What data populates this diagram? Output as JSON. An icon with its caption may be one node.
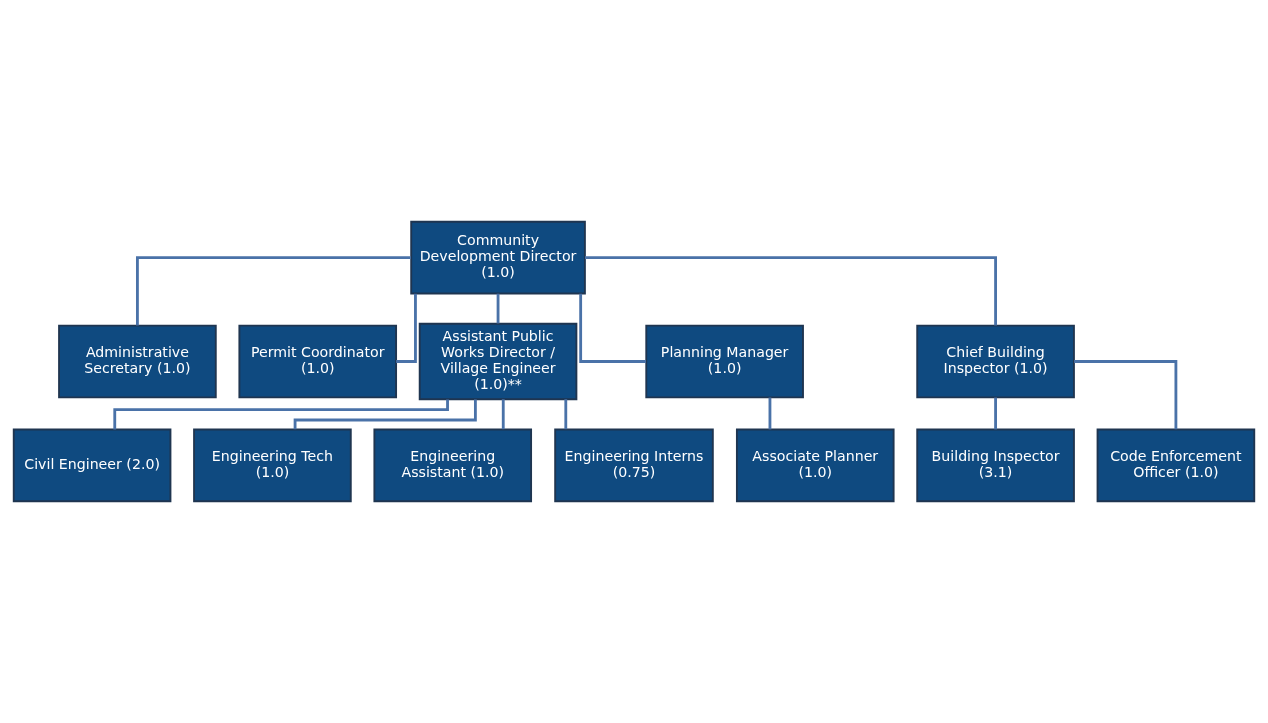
{
  "diagram": {
    "nodes": [
      {
        "text": [
          "Community Development Director (1.0)"
        ]
      },
      {
        "text": [
          "Administrative Secretary (1.0)"
        ]
      },
      {
        "text": [
          "Permit Coordinator (1.0)"
        ]
      },
      {
        "text": [
          "Assistant Public Works Director / Village Engineer (1.0)**"
        ]
      },
      {
        "text": [
          "Planning Manager (1.0)"
        ]
      },
      {
        "text": [
          "Chief Building Inspector (1.0)"
        ]
      },
      {
        "text": [
          "Civil Engineer (2.0)"
        ]
      },
      {
        "text": [
          "Engineering Tech (1.0)"
        ]
      },
      {
        "text": [
          "Associate Planner (1.0)"
        ]
      },
      {
        "text": [
          "Building Inspector (3.1)"
        ]
      },
      {
        "text": [
          "Code Enforcement Officer (1.0)"
        ]
      },
      {
        "text": [
          "Engineering Assistant (1.0)"
        ]
      },
      {
        "text": [
          "Engineering Interns (0.75)"
        ]
      }
    ],
    "edges": [
      {
        "from": 0,
        "to": 1,
        "arrow": "none"
      },
      {
        "from": 0,
        "to": 2,
        "arrow": "none"
      },
      {
        "from": 0,
        "to": 3,
        "arrow": "none"
      },
      {
        "from": 0,
        "to": 4,
        "arrow": "none"
      },
      {
        "from": 0,
        "to": 5,
        "arrow": "none"
      },
      {
        "from": 3,
        "to": 6,
        "arrow": "none"
      },
      {
        "from": 3,
        "to": 7,
        "arrow": "none"
      },
      {
        "from": 3,
        "to": 11,
        "arrow": "none"
      },
      {
        "from": 3,
        "to": 12,
        "arrow": "none"
      },
      {
        "from": 4,
        "to": 8,
        "arrow": "none"
      },
      {
        "from": 5,
        "to": 9,
        "arrow": "none"
      },
      {
        "from": 5,
        "to": 10,
        "arrow": "none"
      }
    ]
  }
}
